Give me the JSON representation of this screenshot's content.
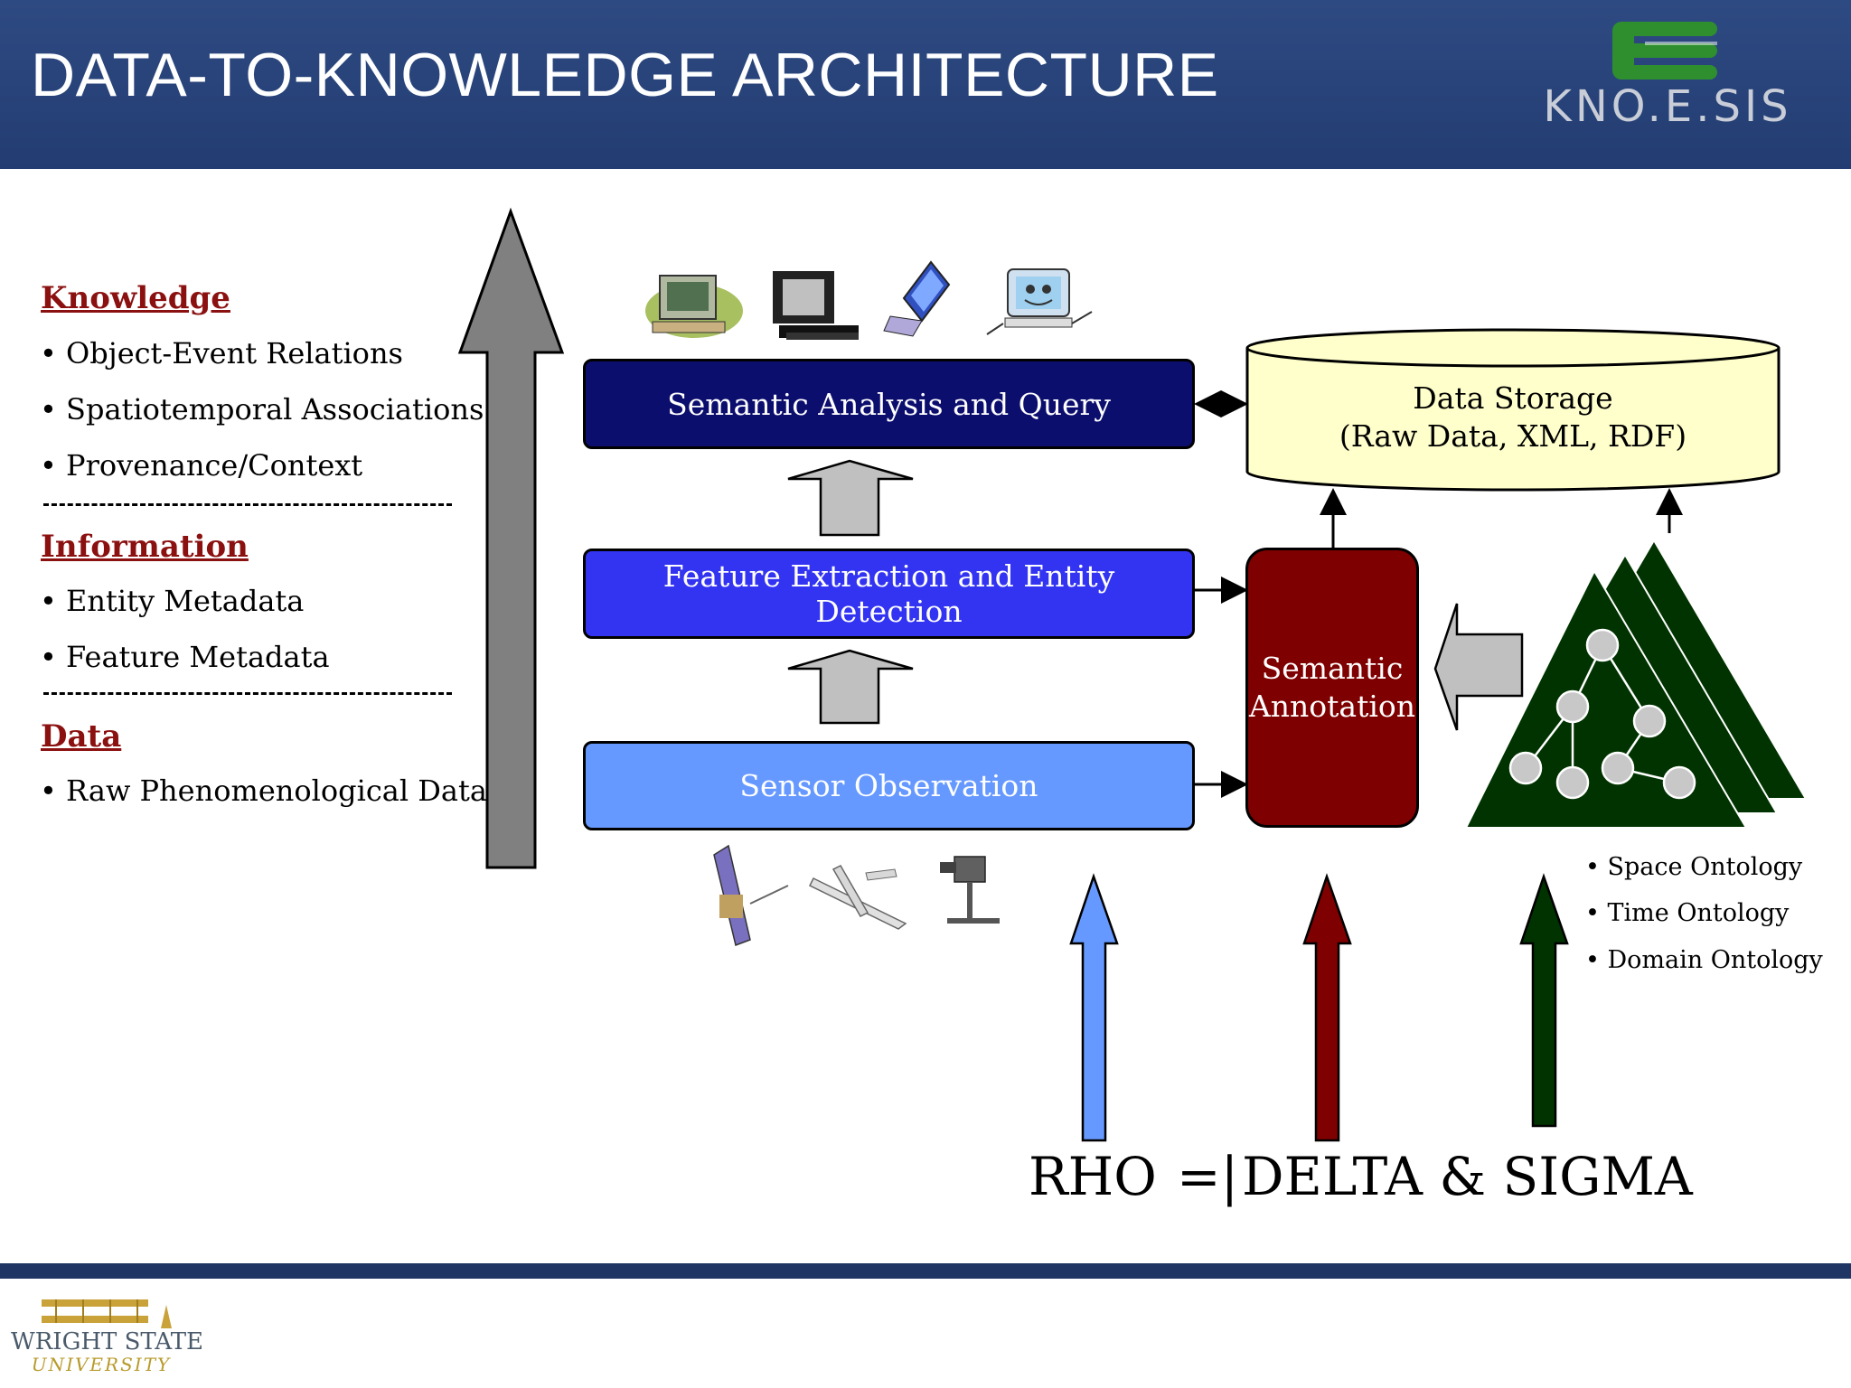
{
  "header": {
    "title": "DATA-TO-KNOWLEDGE ARCHITECTURE",
    "logo_text": "KNO.E.SIS",
    "colors": {
      "band": "#243f75",
      "logo_green": "#2f8f2f"
    }
  },
  "layers": [
    {
      "title": "Knowledge",
      "items": [
        "Object-Event Relations",
        "Spatiotemporal Associations",
        "Provenance/Context"
      ]
    },
    {
      "title": "Information",
      "items": [
        "Entity Metadata",
        "Feature Metadata"
      ]
    },
    {
      "title": "Data",
      "items": [
        "Raw Phenomenological Data"
      ]
    }
  ],
  "boxes": {
    "semantic_analysis": "Semantic Analysis and Query",
    "feature_extraction": "Feature Extraction and Entity Detection",
    "sensor_observation": "Sensor Observation",
    "semantic_annotation_line1": "Semantic",
    "semantic_annotation_line2": "Annotation",
    "data_storage_line1": "Data Storage",
    "data_storage_line2": "(Raw Data, XML, RDF)"
  },
  "ontologies": [
    "Space Ontology",
    "Time Ontology",
    "Domain Ontology"
  ],
  "equation": {
    "rho": "RHO",
    "turnstile": "=|",
    "delta_sigma": "DELTA & SIGMA"
  },
  "footer": {
    "university": "WRIGHT STATE",
    "university_sub": "UNIVERSITY"
  },
  "icons": {
    "top": [
      "computer-icon",
      "monitor-icon",
      "laptop-icon",
      "cartoon-computer-icon"
    ],
    "bottom": [
      "satellite-icon",
      "uav-aircraft-icon",
      "camera-sensor-icon"
    ]
  },
  "colors": {
    "analysis_box": "#0c0e6e",
    "extraction_box": "#3334f2",
    "sensor_box": "#6699ff",
    "annotation_box": "#7f0000",
    "storage": "#ffffcc",
    "ontology": "#003300",
    "rho_arrow": "#6699ff",
    "delta_arrow": "#7f0000",
    "sigma_arrow": "#003300",
    "layer_title": "#8b1010"
  }
}
